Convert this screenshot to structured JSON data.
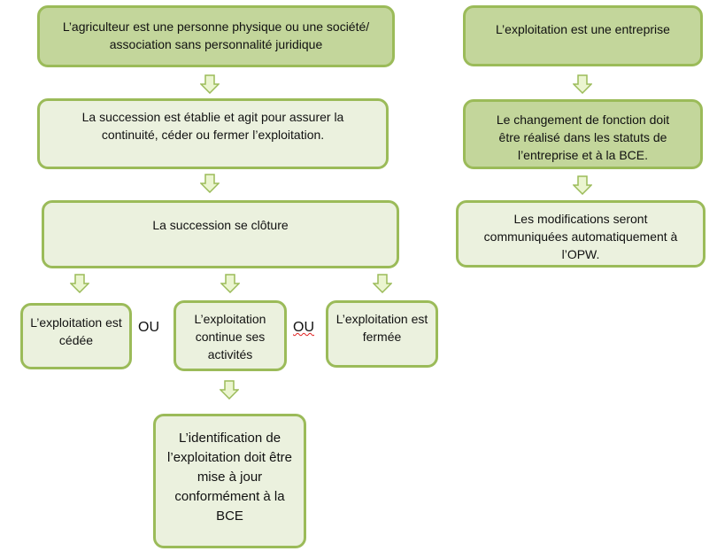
{
  "left": {
    "box1": "L’agriculteur est une personne physique ou une société/ association sans personnalité juridique",
    "box2": "La succession est établie et agit pour assurer la continuité, céder ou fermer l’exploitation.",
    "box3": "La succession se clôture",
    "option1": "L’exploitation est cédée",
    "option2": "L’exploitation continue ses activités",
    "option3": "L’exploitation est fermée",
    "connector1": "OU",
    "connector2": "OU",
    "final": "L’identification de l’exploitation doit être mise à jour conformément à la BCE"
  },
  "right": {
    "box1": "L’exploitation est une entreprise",
    "box2": "Le changement de fonction doit être réalisé dans les statuts de l’entreprise et à la BCE.",
    "box3": "Les modifications seront communiquées automatiquement à l’OPW."
  },
  "colors": {
    "border": "#9bbb59",
    "dark_fill": "#c3d69b",
    "light_fill": "#ebf1de",
    "arrow_fill": "#ebf5d0"
  }
}
